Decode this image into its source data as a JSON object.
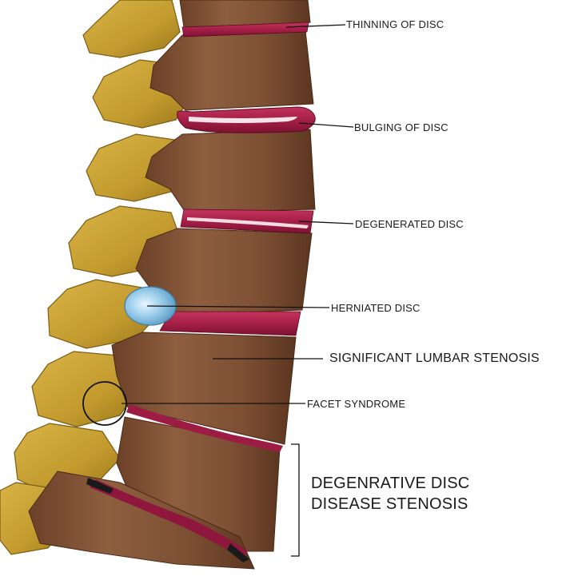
{
  "labels": {
    "thinning": "THINNING OF DISC",
    "bulging": "BULGING OF DISC",
    "degenerated": "DEGENERATED DISC",
    "herniated": "HERNIATED DISC",
    "stenosis": "SIGNIFICANT LUMBAR STENOSIS",
    "facet": "FACET SYNDROME",
    "ddd_line1": "DEGENRATIVE DISC",
    "ddd_line2": "DISEASE STENOSIS"
  },
  "colors": {
    "vertebra_body": "#8a5a3c",
    "vertebra_shade": "#6b4128",
    "facet_bone": "#c9a233",
    "facet_shade": "#9c7a1c",
    "disc": "#b0264f",
    "disc_highlight": "#f3d6de",
    "herniation": "#8fc6e6",
    "leader_line": "#111111"
  }
}
